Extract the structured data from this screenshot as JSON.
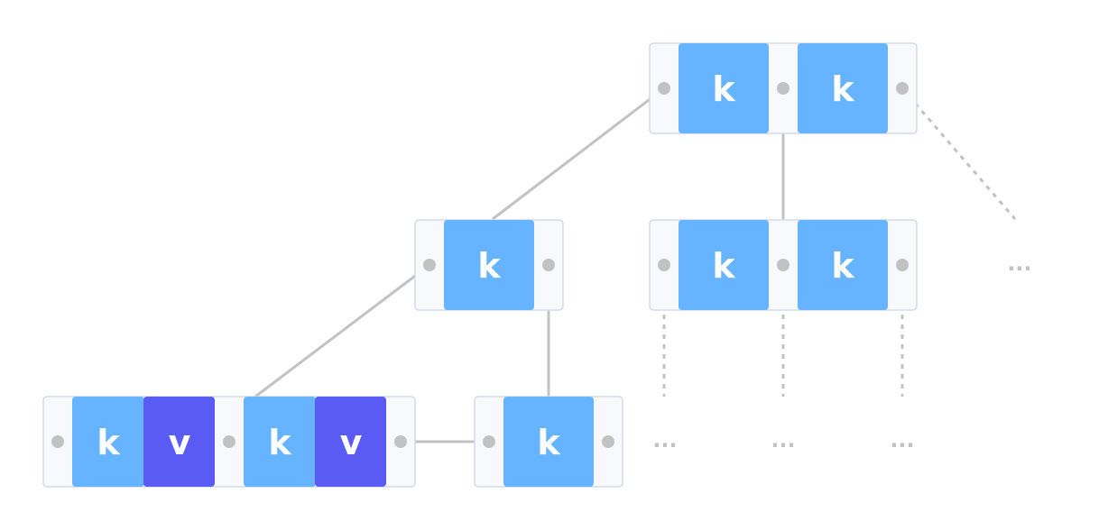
{
  "labels": {
    "key": "k",
    "value": "v",
    "more": "···"
  },
  "colors": {
    "key_cell": "#66b3ff",
    "value_cell": "#5a5af5",
    "node_background": "#f8f9fc",
    "node_border": "#d4dbe6",
    "pointer": "#c2c2c2"
  },
  "nodes": [
    {
      "id": "root",
      "level": "internal",
      "cells": [
        "k",
        "k"
      ]
    },
    {
      "id": "internal-left",
      "level": "internal",
      "cells": [
        "k"
      ]
    },
    {
      "id": "internal-right",
      "level": "internal",
      "cells": [
        "k",
        "k"
      ]
    },
    {
      "id": "leaf-1",
      "level": "leaf",
      "cells": [
        "k",
        "v",
        "k",
        "v"
      ]
    },
    {
      "id": "leaf-2",
      "level": "leaf",
      "cells": [
        "k"
      ]
    }
  ]
}
